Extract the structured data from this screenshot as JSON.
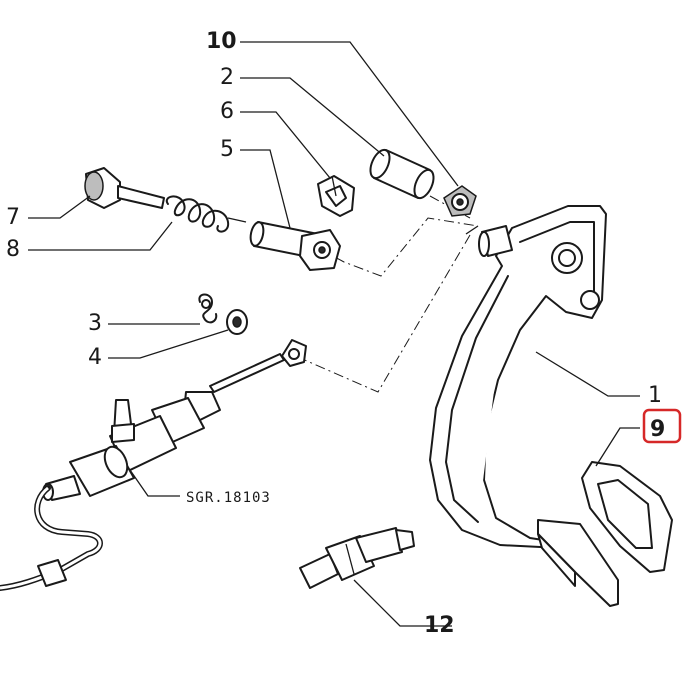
{
  "callouts": {
    "c10": "10",
    "c2": "2",
    "c6": "6",
    "c5": "5",
    "c7": "7",
    "c8": "8",
    "c3": "3",
    "c4": "4",
    "c1": "1",
    "c9": "9",
    "c12": "12"
  },
  "reference_code": "SGR.18103",
  "highlight_color": "#d62828",
  "highlighted_callout": "9"
}
